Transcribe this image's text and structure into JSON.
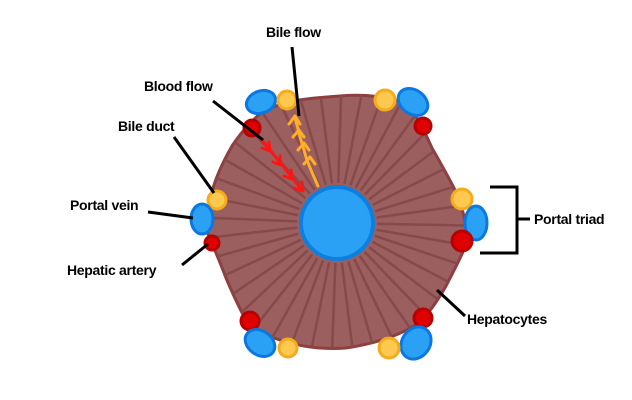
{
  "diagram": {
    "title": "Liver lobule",
    "colors": {
      "lobule_fill": "#9b5f60",
      "lobule_stroke": "#8e3f3f",
      "spoke": "#874a4b",
      "central_vein_fill": "#2aa1f4",
      "central_vein_stroke": "#0c7fe0",
      "portal_vein_fill": "#2aa1f4",
      "portal_vein_stroke": "#0b78e0",
      "bile_duct_fill": "#ffc94f",
      "bile_duct_stroke": "#f5ab1c",
      "hepatic_artery_fill": "#e00000",
      "hepatic_artery_stroke": "#b80000",
      "blood_flow_arrow": "#ff1414",
      "bile_flow_arrow": "#ffae2a",
      "leader_line": "#000000"
    },
    "labels": {
      "bile_flow": "Bile flow",
      "blood_flow": "Blood flow",
      "bile_duct": "Bile duct",
      "portal_vein": "Portal vein",
      "hepatic_artery": "Hepatic artery",
      "portal_triad": "Portal triad",
      "hepatocytes": "Hepatocytes"
    },
    "structures": {
      "central_vein": "central vein",
      "portal_triad_count": 6,
      "triad_components": [
        "portal vein",
        "bile duct",
        "hepatic artery"
      ]
    }
  }
}
